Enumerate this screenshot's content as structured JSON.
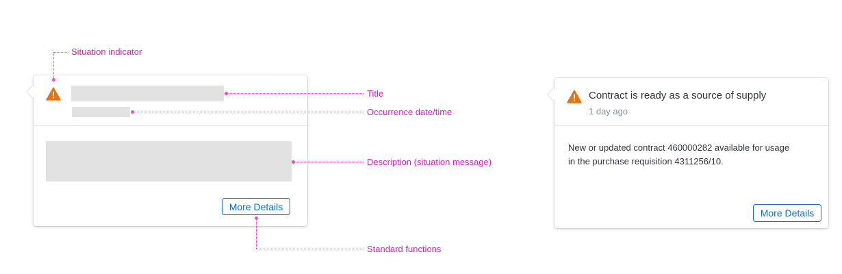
{
  "colors": {
    "warning": "#e9730c",
    "accent": "#0a6ed1",
    "annotation": "#e619c8",
    "placeholder": "#e2e2e2"
  },
  "schematic": {
    "icon": "warning-icon",
    "more_details_label": "More Details"
  },
  "annotations": {
    "situation_indicator": "Situation indicator",
    "title": "Title",
    "occurrence": "Occurrence date/time",
    "description": "Description (situation message)",
    "standard_functions": "Standard functions"
  },
  "example": {
    "icon": "warning-icon",
    "title": "Contract is ready as a source of supply",
    "time": "1 day ago",
    "description": "New or updated contract 460000282 available for usage in the purchase requisition 4311256/10.",
    "more_details_label": "More Details"
  }
}
